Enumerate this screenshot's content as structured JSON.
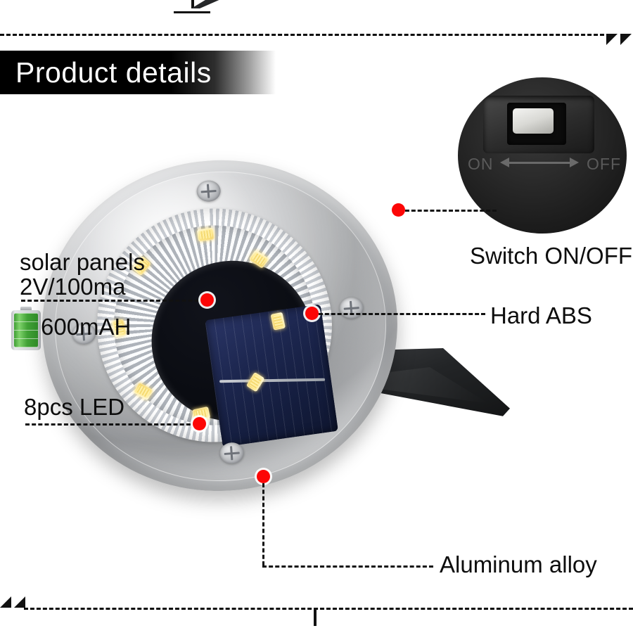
{
  "page": {
    "title": "Product details",
    "background": "#ffffff",
    "accent_red": "#fc0606",
    "frame_color": "#0b0b0b"
  },
  "banner": {
    "label": "Product details"
  },
  "callouts": [
    {
      "id": "solar-panels",
      "label_line1": "solar panels",
      "label_line2": "2V/100ma",
      "side": "left"
    },
    {
      "id": "battery-capacity",
      "label": "600mAH",
      "icon": "battery-icon",
      "side": "left"
    },
    {
      "id": "leds",
      "label": "8pcs LED",
      "side": "left"
    },
    {
      "id": "switch",
      "label": "Switch ON/OFF",
      "side": "right"
    },
    {
      "id": "hard-abs",
      "label": "Hard ABS",
      "side": "right"
    },
    {
      "id": "aluminum-alloy",
      "label": "Aluminum alloy",
      "side": "right"
    }
  ],
  "switch_inset": {
    "on_label": "ON",
    "off_label": "OFF",
    "arrow": "double-arrow-icon"
  },
  "product": {
    "name": "solar-ground-light",
    "led_count": 8,
    "screw_count": 4,
    "materials": [
      "Aluminum alloy",
      "Hard ABS"
    ]
  }
}
